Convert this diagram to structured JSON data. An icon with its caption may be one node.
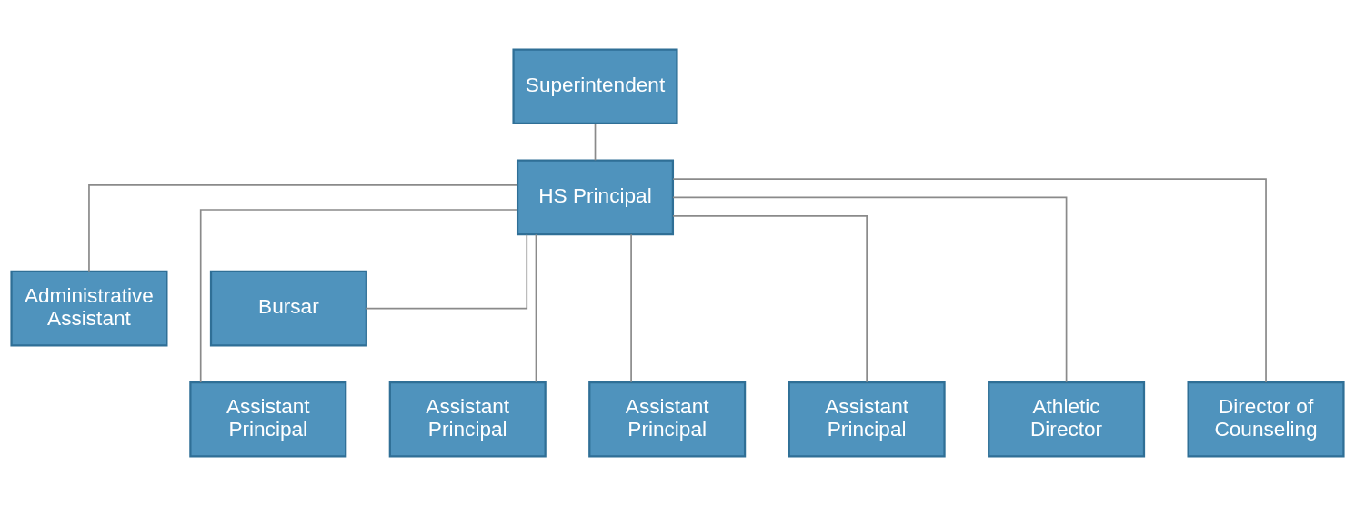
{
  "diagram": {
    "nodes": [
      {
        "text": [
          "Superintendent"
        ]
      },
      {
        "text": [
          "HS Principal"
        ]
      },
      {
        "text": [
          "Administrative Assistant"
        ]
      },
      {
        "text": [
          "Bursar"
        ]
      },
      {
        "text": [
          "Assistant Principal"
        ]
      },
      {
        "text": [
          "Assistant Principal"
        ]
      },
      {
        "text": [
          "Assistant Principal"
        ]
      },
      {
        "text": [
          "Assistant Principal"
        ]
      },
      {
        "text": [
          "Athletic Director"
        ]
      },
      {
        "text": [
          "Director of Counseling"
        ]
      }
    ],
    "edges": [
      {
        "from": 0,
        "to": 1,
        "arrow": "none"
      },
      {
        "from": 1,
        "to": 2,
        "arrow": "none"
      },
      {
        "from": 1,
        "to": 3,
        "arrow": "none"
      },
      {
        "from": 1,
        "to": 4,
        "arrow": "none"
      },
      {
        "from": 1,
        "to": 5,
        "arrow": "none"
      },
      {
        "from": 1,
        "to": 6,
        "arrow": "none"
      },
      {
        "from": 1,
        "to": 7,
        "arrow": "none"
      },
      {
        "from": 1,
        "to": 8,
        "arrow": "none"
      },
      {
        "from": 1,
        "to": 9,
        "arrow": "none"
      }
    ]
  }
}
